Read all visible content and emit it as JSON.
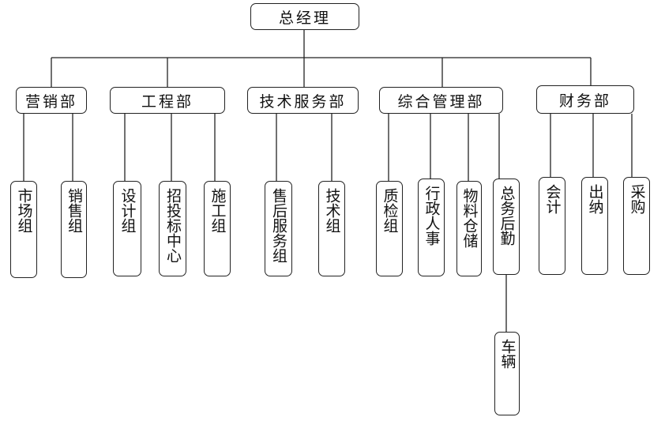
{
  "root": "总经理",
  "departments": [
    {
      "name": "营销部",
      "groups": [
        "市场组",
        "销售组"
      ]
    },
    {
      "name": "工程部",
      "groups": [
        "设计组",
        "招投标中心",
        "施工组"
      ]
    },
    {
      "name": "技术服务部",
      "groups": [
        "售后服务组",
        "技术组"
      ]
    },
    {
      "name": "综合管理部",
      "groups": [
        "质检组",
        "行政人事",
        "物料仓储",
        "总务后勤"
      ]
    },
    {
      "name": "财务部",
      "groups": [
        "会计",
        "出纳",
        "采购"
      ]
    }
  ],
  "sub_unit": {
    "parent": "总务后勤",
    "name": "车辆"
  }
}
